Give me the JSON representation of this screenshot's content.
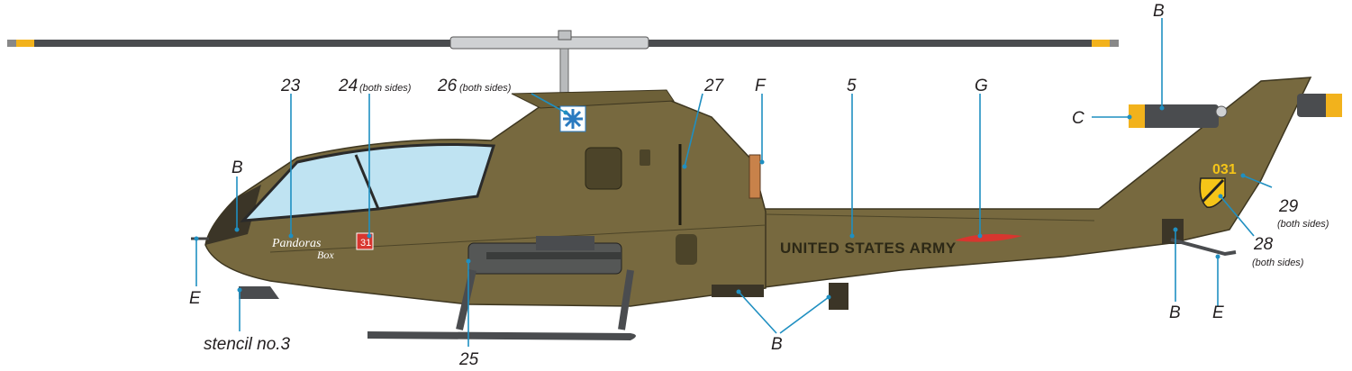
{
  "diagram": {
    "labels": {
      "B_top": "B",
      "B_nose": "B",
      "B_lower": "B",
      "B_tail": "B",
      "C": "C",
      "E_nose": "E",
      "E_tail": "E",
      "F": "F",
      "G": "G",
      "n5": "5",
      "n23": "23",
      "n24": "24",
      "n24_note": "(both sides)",
      "n25": "25",
      "n26": "26",
      "n26_note": "(both sides)",
      "n27": "27",
      "n28": "28",
      "n28_note": "(both sides)",
      "n29": "29",
      "n29_note": "(both sides)",
      "stencil": "stencil no.3"
    },
    "markings": {
      "fuselage_text": "UNITED STATES ARMY",
      "tail_number": "031",
      "nose_badge": "31",
      "nose_art_line1": "Pandoras",
      "nose_art_line2": "Box"
    },
    "colors": {
      "olive_drab": "#77693f",
      "olive_dark": "#5b5130",
      "rotor_grey": "#4a4c4f",
      "tip_yellow": "#f2b21c",
      "leader_blue": "#1f8fc1",
      "canopy_blue": "#bfe3f2",
      "tail_yellow": "#f5c518",
      "badge_red": "#d8362f"
    }
  }
}
